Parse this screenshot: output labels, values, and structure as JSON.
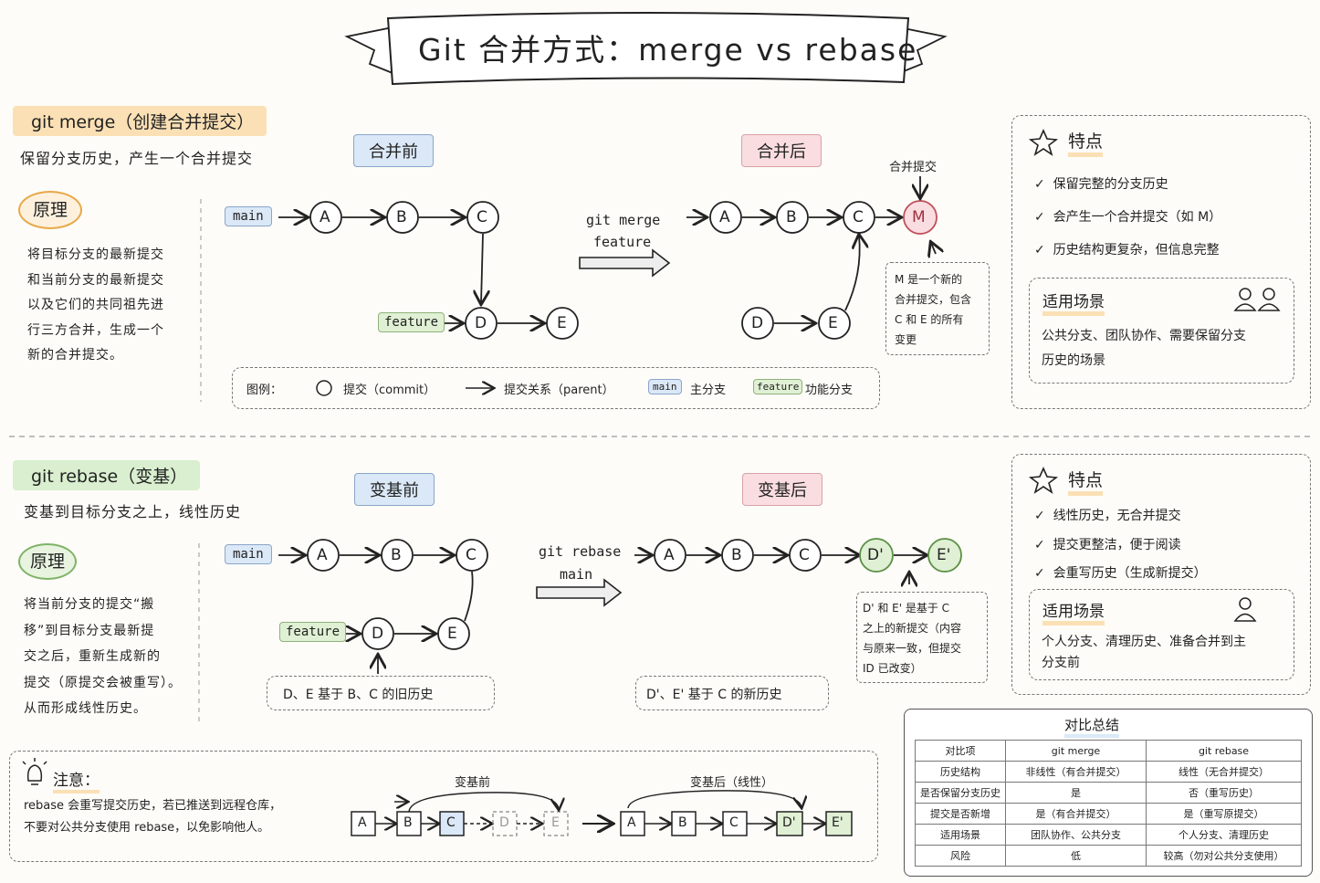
{
  "title": "Git 合并方式：merge vs rebase",
  "merge": {
    "heading": "git merge（创建合并提交）",
    "subtitle": "保留分支历史，产生一个合并提交",
    "principle_title": "原理",
    "principle_lines": [
      "将目标分支的最新提交",
      "和当前分支的最新提交",
      "以及它们的共同祖先进",
      "行三方合并，生成一个",
      "新的合并提交。"
    ],
    "before_label": "合并前",
    "after_label": "合并后",
    "command_line1": "git merge",
    "command_line2": "feature",
    "branch_main": "main",
    "branch_feature": "feature",
    "commits": [
      "A",
      "B",
      "C",
      "D",
      "E",
      "M"
    ],
    "merge_commit_label": "合并提交",
    "note_lines": [
      "M 是一个新的",
      "合并提交，包含",
      "C 和 E 的所有",
      "变更"
    ],
    "legend": {
      "label": "图例：",
      "commit": "提交（commit）",
      "parent": "提交关系（parent）",
      "main_badge": "main",
      "main_text": "主分支",
      "feature_badge": "feature",
      "feature_text": "功能分支"
    },
    "features_title": "特点",
    "features": [
      "保留完整的分支历史",
      "会产生一个合并提交（如 M）",
      "历史结构更复杂，但信息完整"
    ],
    "scenario_title": "适用场景",
    "scenario_lines": [
      "公共分支、团队协作、需要保留分支",
      "历史的场景"
    ]
  },
  "rebase": {
    "heading": "git rebase（变基）",
    "subtitle": "变基到目标分支之上，线性历史",
    "principle_title": "原理",
    "principle_lines": [
      "将当前分支的提交“搬",
      "移”到目标分支最新提",
      "交之后，重新生成新的",
      "提交（原提交会被重写）。",
      "从而形成线性历史。"
    ],
    "before_label": "变基前",
    "after_label": "变基后",
    "command_line1": "git rebase",
    "command_line2": "main",
    "branch_main": "main",
    "branch_feature": "feature",
    "commits": [
      "A",
      "B",
      "C",
      "D",
      "E",
      "D'",
      "E'"
    ],
    "before_note": "D、E 基于 B、C 的旧历史",
    "after_note": "D'、E' 基于 C 的新历史",
    "note_lines": [
      "D' 和 E' 是基于 C",
      "之上的新提交（内容",
      "与原来一致，但提交",
      "ID 已改变）"
    ],
    "features_title": "特点",
    "features": [
      "线性历史，无合并提交",
      "提交更整洁，便于阅读",
      "会重写历史（生成新提交）"
    ],
    "scenario_title": "适用场景",
    "scenario_lines": [
      "个人分支、清理历史、准备合并到主",
      "分支前"
    ]
  },
  "notice": {
    "title": "注意：",
    "lines": [
      "rebase 会重写提交历史，若已推送到远程仓库，",
      "不要对公共分支使用 rebase，以免影响他人。"
    ],
    "before_label": "变基前",
    "after_label": "变基后（线性）",
    "boxes_before": [
      "A",
      "B",
      "C",
      "D",
      "E"
    ],
    "boxes_after": [
      "A",
      "B",
      "C",
      "D'",
      "E'"
    ]
  },
  "summary": {
    "title": "对比总结",
    "header": [
      "对比项",
      "git merge",
      "git rebase"
    ],
    "rows": [
      [
        "历史结构",
        "非线性（有合并提交）",
        "线性（无合并提交）"
      ],
      [
        "是否保留分支历史",
        "是",
        "否（重写历史）"
      ],
      [
        "提交是否新增",
        "是（有合并提交）",
        "是（重写原提交）"
      ],
      [
        "适用场景",
        "团队协作、公共分支",
        "个人分支、清理历史"
      ],
      [
        "风险",
        "低",
        "较高（勿对公共分支使用）"
      ]
    ]
  },
  "colors": {
    "blue": "#dbe8f7",
    "green": "#e0f0d4",
    "pink": "#f9dde0",
    "orange": "#fbe0b5"
  }
}
